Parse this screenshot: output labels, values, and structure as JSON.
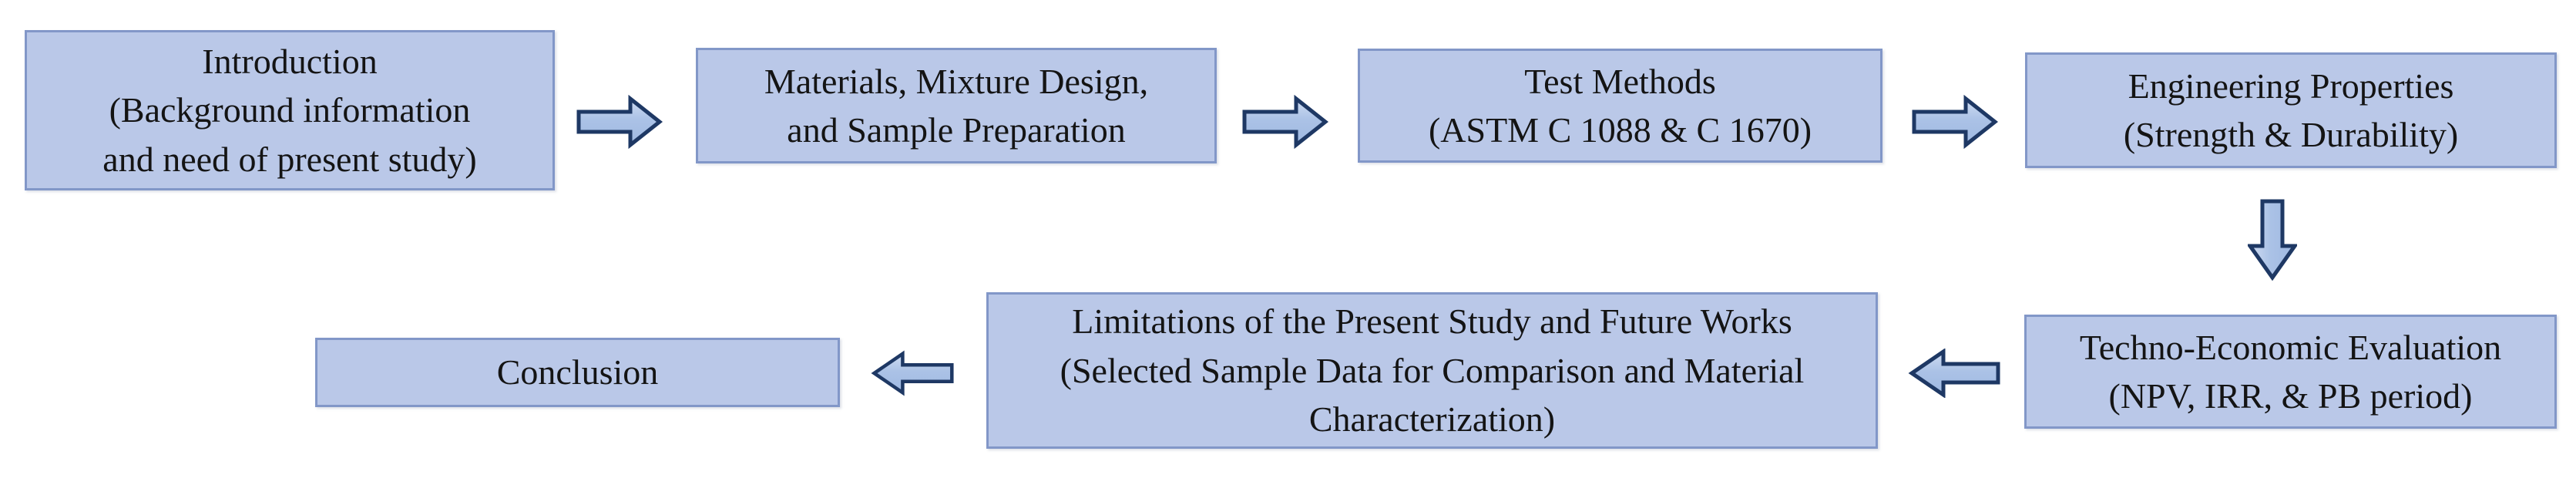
{
  "figure": {
    "type": "flowchart",
    "background": "#ffffff",
    "colors": {
      "node_fill": "#bac8e8",
      "node_border": "#8297c8",
      "arrow_fill_light": "#cfdcf2",
      "arrow_fill_dark": "#9fb9e2",
      "arrow_border": "#1e3864",
      "text": "#141414"
    },
    "nodes": [
      {
        "id": "introduction",
        "lines": [
          "Introduction",
          "(Background information",
          "and need of present study)"
        ]
      },
      {
        "id": "materials-mixture-design",
        "lines": [
          "Materials, Mixture Design,",
          "and Sample Preparation"
        ]
      },
      {
        "id": "test-methods",
        "lines": [
          "Test Methods",
          "(ASTM C 1088 & C 1670)"
        ]
      },
      {
        "id": "engineering-properties",
        "lines": [
          "Engineering Properties",
          "(Strength & Durability)"
        ]
      },
      {
        "id": "techno-economic-evaluation",
        "lines": [
          "Techno-Economic Evaluation",
          "(NPV, IRR, & PB period)"
        ]
      },
      {
        "id": "limitations-future-works",
        "lines": [
          "Limitations of the Present Study and Future Works",
          "(Selected Sample Data for Comparison and Material",
          "Characterization)"
        ]
      },
      {
        "id": "conclusion",
        "lines": [
          "Conclusion"
        ]
      }
    ],
    "edges": [
      {
        "from": "introduction",
        "to": "materials-mixture-design",
        "direction": "right"
      },
      {
        "from": "materials-mixture-design",
        "to": "test-methods",
        "direction": "right"
      },
      {
        "from": "test-methods",
        "to": "engineering-properties",
        "direction": "right"
      },
      {
        "from": "engineering-properties",
        "to": "techno-economic-evaluation",
        "direction": "down"
      },
      {
        "from": "techno-economic-evaluation",
        "to": "limitations-future-works",
        "direction": "left"
      },
      {
        "from": "limitations-future-works",
        "to": "conclusion",
        "direction": "left"
      }
    ]
  }
}
